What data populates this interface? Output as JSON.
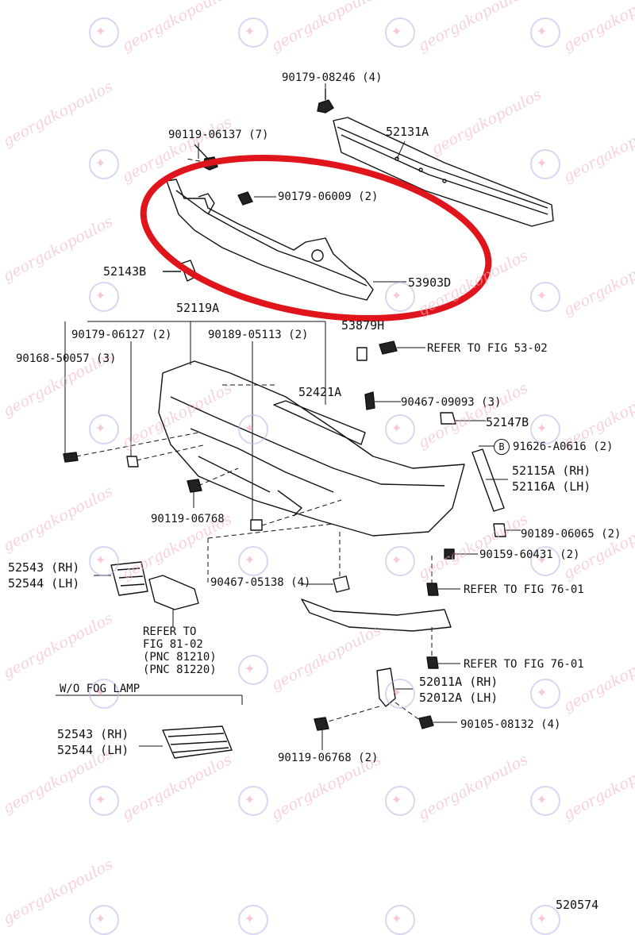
{
  "watermark": {
    "text": "georgakopoulos",
    "color": "#f2b4c4"
  },
  "highlight": {
    "color": "#e0141b"
  },
  "labels": {
    "p90179_08246": "90179-08246 (4)",
    "p52131A": "52131A",
    "p90119_06137": "90119-06137 (7)",
    "p90179_06009": "90179-06009 (2)",
    "p52143B": "52143B",
    "p53903D": "53903D",
    "p52119A": "52119A",
    "p90179_06127": "90179-06127 (2)",
    "p90189_05113": "90189-05113 (2)",
    "p53879H": "53879H",
    "p90168_50057": "90168-50057 (3)",
    "ref53_02": "REFER TO FIG 53-02",
    "p52421A": "52421A",
    "p90467_09093": "90467-09093 (3)",
    "p52147B": "52147B",
    "circleB": "B",
    "p91626_A0616": "91626-A0616 (2)",
    "p52115A": "52115A (RH)",
    "p52116A": "52116A (LH)",
    "p90119_06768": "90119-06768",
    "p90189_06065": "90189-06065 (2)",
    "p90159_60431": "90159-60431 (2)",
    "p52543a": "52543 (RH)",
    "p52544a": "52544 (LH)",
    "p90467_05138": "90467-05138 (4)",
    "ref76_01a": "REFER TO FIG 76-01",
    "ref81_1": "REFER TO",
    "ref81_2": "FIG 81-02",
    "ref81_3": "(PNC 81210)",
    "ref81_4": "(PNC 81220)",
    "ref76_01b": "REFER TO FIG 76-01",
    "wofog": "W/O FOG LAMP",
    "p52011A": "52011A (RH)",
    "p52012A": "52012A (LH)",
    "p90105_08132": "90105-08132 (4)",
    "p52543b": "52543 (RH)",
    "p52544b": "52544 (LH)",
    "p90119_06768b": "90119-06768 (2)",
    "figno": "520574"
  }
}
